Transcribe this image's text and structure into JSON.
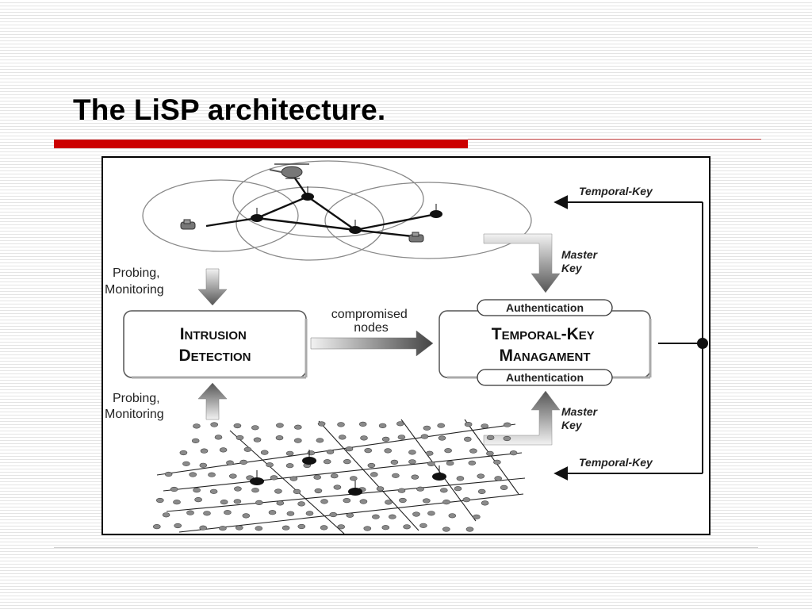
{
  "slide": {
    "title": "The LiSP architecture."
  },
  "diagram": {
    "intrusion_box": {
      "line1": "Intrusion",
      "line2": "Detection"
    },
    "tkm_box": {
      "line1": "Temporal-Key",
      "line2": "Managament"
    },
    "auth_top": "Authentication",
    "auth_bottom": "Authentication",
    "compromised": {
      "line1": "compromised",
      "line2": "nodes"
    },
    "probing_top": {
      "line1": "Probing,",
      "line2": "Monitoring"
    },
    "probing_bottom": {
      "line1": "Probing,",
      "line2": "Monitoring"
    },
    "master_key_top": {
      "line1": "Master",
      "line2": "Key"
    },
    "master_key_bottom": {
      "line1": "Master",
      "line2": "Key"
    },
    "temporal_key_top": "Temporal-Key",
    "temporal_key_bottom": "Temporal-Key",
    "icons": [
      "helicopter-icon",
      "vehicle-icon",
      "vehicle-icon"
    ]
  }
}
